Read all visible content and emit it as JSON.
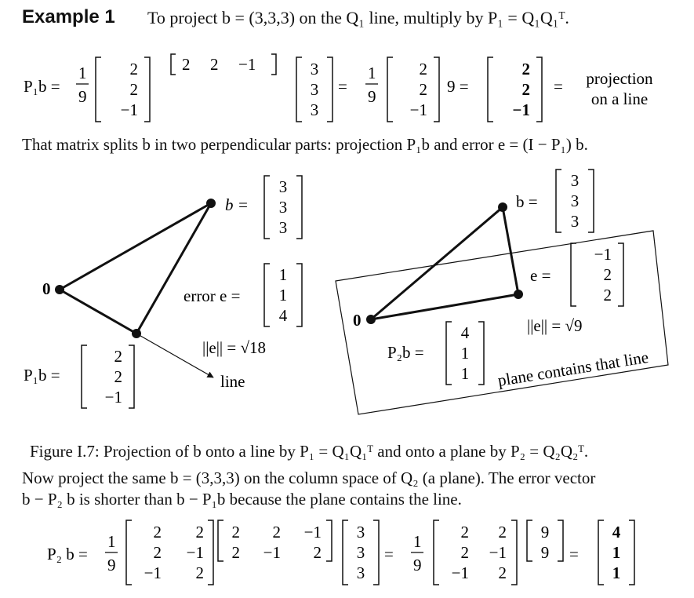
{
  "example": {
    "heading": "Example 1",
    "intro": "To project b = (3,3,3) on the Q₁ line, multiply by P₁ = Q₁Q₁ᵀ."
  },
  "eq1": {
    "lhs": "P₁b =",
    "frac_num": "1",
    "frac_den": "9",
    "col_a": [
      "2",
      "2",
      "−1"
    ],
    "row_a": [
      "2",
      "2",
      "−1"
    ],
    "col_b": [
      "3",
      "3",
      "3"
    ],
    "eq": "=",
    "col_c": [
      "2",
      "2",
      "−1"
    ],
    "times_nine": "9 =",
    "col_d": [
      "2",
      "2",
      "−1"
    ],
    "label_line1": "projection",
    "label_line2": "on a line"
  },
  "splits": "That matrix splits b in two perpendicular parts: projection P₁b and error e = (I − P₁) b.",
  "left_fig": {
    "origin": "0",
    "b_label": "b =",
    "b_vec": [
      "3",
      "3",
      "3"
    ],
    "error_label": "error e =",
    "e_vec": [
      "1",
      "1",
      "4"
    ],
    "norm": "||e|| = √18",
    "p_label": "P₁b =",
    "p_vec": [
      "2",
      "2",
      "−1"
    ],
    "line_label": "line"
  },
  "right_fig": {
    "origin": "0",
    "b_label": "b =",
    "b_vec": [
      "3",
      "3",
      "3"
    ],
    "e_label": "e =",
    "e_vec": [
      "−1",
      "2",
      "2"
    ],
    "norm": "||e|| = √9",
    "p_label": "P₂b =",
    "p_vec": [
      "4",
      "1",
      "1"
    ],
    "plane_label": "plane contains that line"
  },
  "caption": "Figure I.7: Projection of b onto a line by P₁ = Q₁Q₁ᵀ and onto a plane by P₂ = Q₂Q₂ᵀ.",
  "para": {
    "line1": "Now project the same b = (3,3,3) on the column space of Q₂ (a plane). The error vector",
    "line2": "b − P₂ b is shorter than b − P₁b because the plane contains the line."
  },
  "eq2": {
    "lhs": "P₂ b =",
    "frac_num": "1",
    "frac_den": "9",
    "m1": [
      [
        "2",
        "2"
      ],
      [
        "2",
        "−1"
      ],
      [
        "−1",
        "2"
      ]
    ],
    "m2": [
      [
        "2",
        "2",
        "−1"
      ],
      [
        "2",
        "−1",
        "2"
      ]
    ],
    "col_b": [
      "3",
      "3",
      "3"
    ],
    "eq": "=",
    "m3": [
      [
        "2",
        "2"
      ],
      [
        "2",
        "−1"
      ],
      [
        "−1",
        "2"
      ]
    ],
    "col_9": [
      "9",
      "9"
    ],
    "result": [
      "4",
      "1",
      "1"
    ]
  }
}
